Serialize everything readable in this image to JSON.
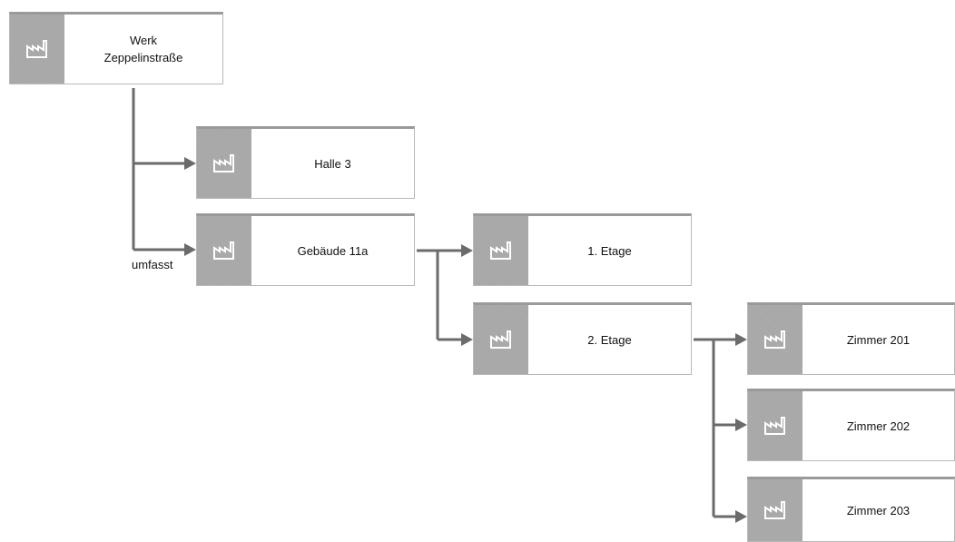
{
  "nodes": [
    {
      "id": "werk",
      "label": "Werk\nZeppelinstraße",
      "icon": "factory-icon"
    },
    {
      "id": "halle3",
      "label": "Halle 3",
      "icon": "factory-icon"
    },
    {
      "id": "gebaeude11a",
      "label": "Gebäude 11a",
      "icon": "factory-icon"
    },
    {
      "id": "etage1",
      "label": "1. Etage",
      "icon": "factory-icon"
    },
    {
      "id": "etage2",
      "label": "2. Etage",
      "icon": "factory-icon"
    },
    {
      "id": "zimmer201",
      "label": "Zimmer 201",
      "icon": "factory-icon"
    },
    {
      "id": "zimmer202",
      "label": "Zimmer 202",
      "icon": "factory-icon"
    },
    {
      "id": "zimmer203",
      "label": "Zimmer 203",
      "icon": "factory-icon"
    }
  ],
  "edge_label": "umfasst",
  "edges": [
    {
      "from": "werk",
      "to": "halle3"
    },
    {
      "from": "werk",
      "to": "gebaeude11a"
    },
    {
      "from": "gebaeude11a",
      "to": "etage1"
    },
    {
      "from": "gebaeude11a",
      "to": "etage2"
    },
    {
      "from": "etage2",
      "to": "zimmer201"
    },
    {
      "from": "etage2",
      "to": "zimmer202"
    },
    {
      "from": "etage2",
      "to": "zimmer203"
    }
  ],
  "colors": {
    "icon_panel": "#a7a7a7",
    "connector": "#6b6b6b",
    "border": "#b9b9b9"
  }
}
